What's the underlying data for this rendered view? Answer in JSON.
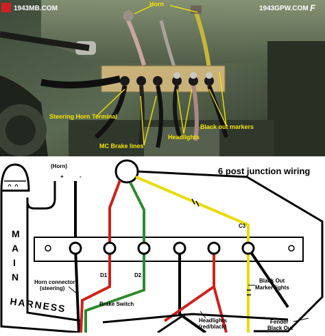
{
  "photo": {
    "watermark_left": "1943MB.COM",
    "watermark_right": "1943GPW.COM",
    "watermark_right_mark": "F",
    "labels": {
      "horn": "Horn",
      "steering_horn_terminal": "Steering Horn Terminal",
      "mc_brake_lines": "MC Brake lines",
      "headlights": "Headlights",
      "black_out_markers": "Black out markers"
    }
  },
  "diagram": {
    "title": "6 post junction wiring",
    "horn_label": "(Horn)",
    "horn_plus": "+",
    "horn_minus": "-",
    "main_letters": [
      "M",
      "A",
      "I",
      "N"
    ],
    "harness_word": "HARNESS",
    "labels": {
      "d1": "D1",
      "d2": "D2",
      "c3": "C3",
      "horn_connector_line1": "Horn connector",
      "horn_connector_line2": "(steering)",
      "brake_switch": "Brake Switch",
      "black_out_line1": "Black Out",
      "black_out_line2": "Marker lights",
      "headlights_line1": "Headlights",
      "headlights_line2": "(red/black)",
      "fender_line1": "Fender",
      "fender_line2": "Black Out"
    },
    "wire_colors": {
      "red": "#d0201a",
      "green": "#2e8b2e",
      "yellow": "#e8dc00",
      "black": "#000000"
    }
  }
}
